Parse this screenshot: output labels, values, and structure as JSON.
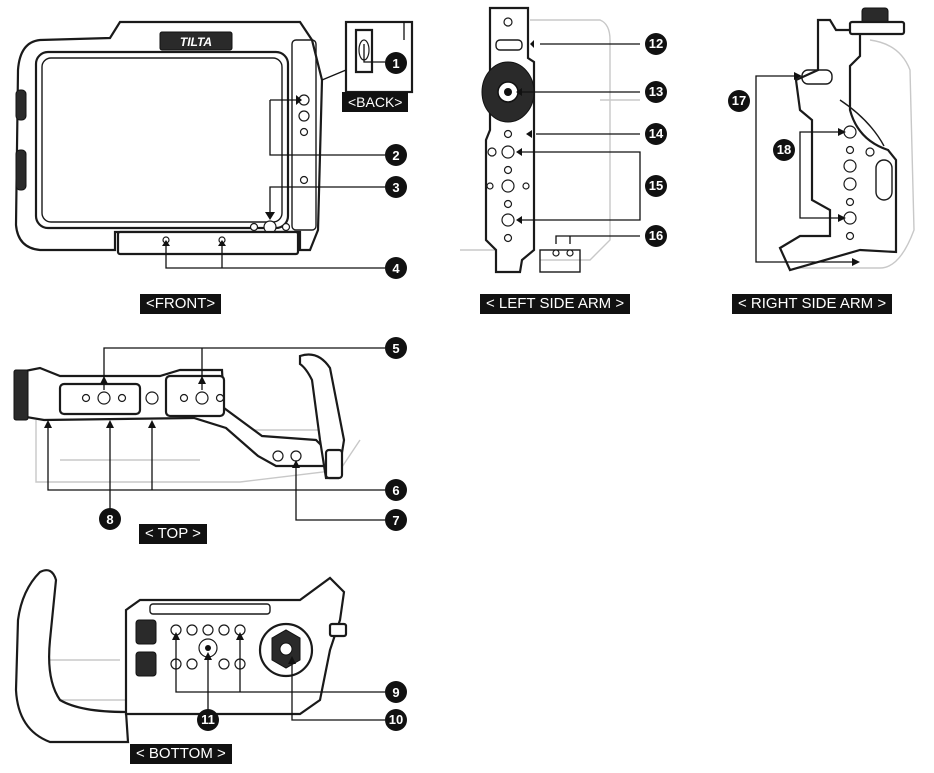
{
  "views": {
    "front": "<FRONT>",
    "back": "<BACK>",
    "left_side_arm": "< LEFT SIDE ARM >",
    "right_side_arm": "< RIGHT SIDE ARM >",
    "top": "< TOP >",
    "bottom": "< BOTTOM >"
  },
  "brand_logo_text": "TILTA",
  "callouts": [
    "1",
    "2",
    "3",
    "4",
    "5",
    "6",
    "7",
    "8",
    "9",
    "10",
    "11",
    "12",
    "13",
    "14",
    "15",
    "16",
    "17",
    "18"
  ],
  "colors": {
    "ink": "#111111",
    "label_bg": "#111111",
    "label_text": "#ffffff",
    "ghost": "#c8c8c8"
  }
}
